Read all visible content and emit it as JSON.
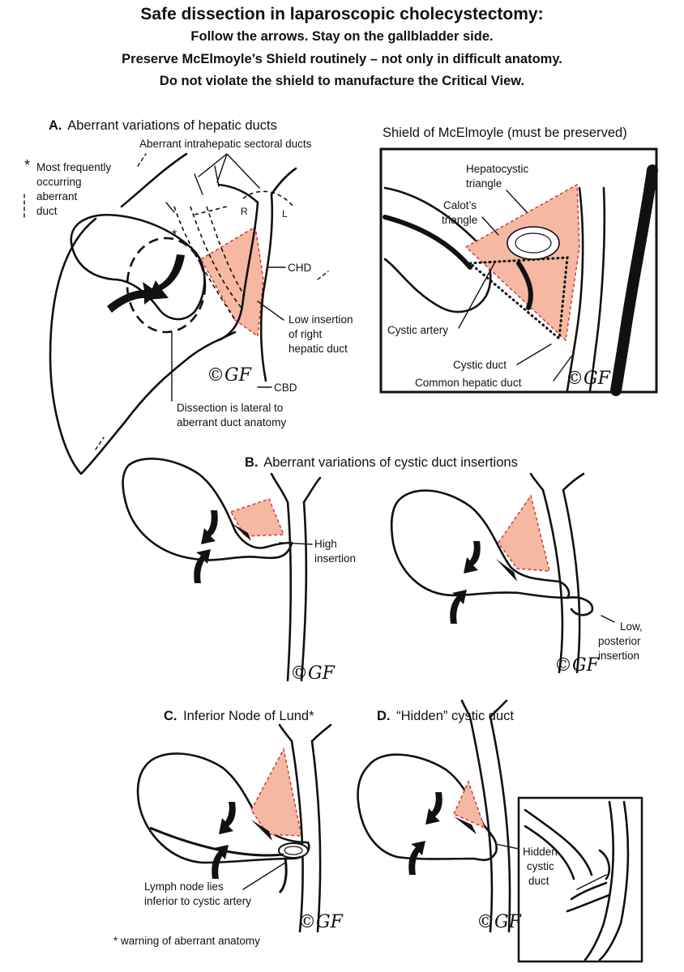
{
  "header": {
    "title": "Safe dissection in laparoscopic cholecystectomy:",
    "line2": "Follow the arrows. Stay on the gallbladder side.",
    "line3": "Preserve McElmoyle’s Shield routinely – not only in difficult anatomy.",
    "line4": "Do not violate the shield to manufacture the Critical View."
  },
  "panel_a": {
    "letter": "A.",
    "title": "Aberrant variations of hepatic ducts",
    "star": "*",
    "note_lines": [
      "Most frequently",
      "occurring",
      "aberrant",
      "duct"
    ],
    "sectoral": "Aberrant intrahepatic sectoral ducts",
    "r": "R",
    "l": "L",
    "star_small": "*",
    "chd": "CHD",
    "low_insertion": [
      "Low insertion",
      "of right",
      "hepatic duct"
    ],
    "cbd": "CBD",
    "dissection": [
      "Dissection is lateral to",
      "aberrant duct anatomy"
    ],
    "signature": "©GF"
  },
  "shield": {
    "title": "Shield of McElmoyle (must be preserved)",
    "hepatocystic": [
      "Hepatocystic",
      "triangle"
    ],
    "calot": [
      "Calot’s",
      "triangle"
    ],
    "cystic_artery": "Cystic artery",
    "cystic_duct": "Cystic duct",
    "common_hepatic": "Common hepatic duct",
    "signature": "©GF"
  },
  "panel_b": {
    "letter": "B.",
    "title": "Aberrant variations of cystic duct insertions",
    "high": [
      "High",
      "insertion"
    ],
    "low": [
      "Low,",
      "posterior",
      "insertion"
    ],
    "signature_left": "©GF",
    "signature_right": "©GF"
  },
  "panel_c": {
    "letter": "C.",
    "title": "Inferior Node of Lund*",
    "lymph": [
      "Lymph node lies",
      "inferior to cystic artery"
    ],
    "footnote": "* warning of aberrant anatomy",
    "signature": "©GF"
  },
  "panel_d": {
    "letter": "D.",
    "title": "“Hidden” cystic duct",
    "hidden": [
      "Hidden",
      "cystic",
      "duct"
    ],
    "signature": "©GF"
  },
  "colors": {
    "triangle_fill": "#f5b8a2",
    "triangle_border": "#d23a3a",
    "line": "#111111"
  }
}
